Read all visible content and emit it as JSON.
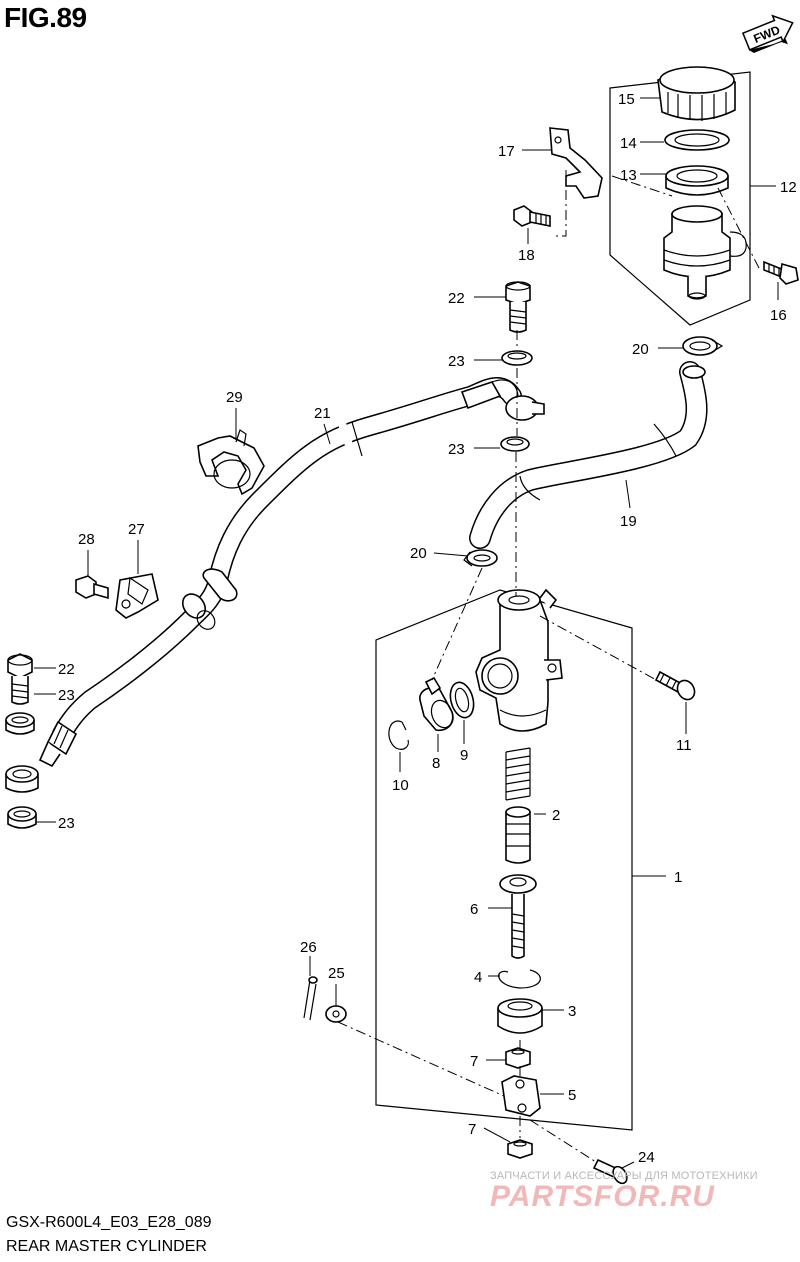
{
  "figure": {
    "title": "FIG.89",
    "model_code": "GSX-R600L4_E03_E28_089",
    "caption": "REAR MASTER CYLINDER",
    "direction_badge": "FWD"
  },
  "callouts": [
    {
      "id": "c1",
      "label": "1"
    },
    {
      "id": "c2",
      "label": "2"
    },
    {
      "id": "c3",
      "label": "3"
    },
    {
      "id": "c4",
      "label": "4"
    },
    {
      "id": "c5",
      "label": "5"
    },
    {
      "id": "c6",
      "label": "6"
    },
    {
      "id": "c7a",
      "label": "7"
    },
    {
      "id": "c7b",
      "label": "7"
    },
    {
      "id": "c8",
      "label": "8"
    },
    {
      "id": "c9",
      "label": "9"
    },
    {
      "id": "c10",
      "label": "10"
    },
    {
      "id": "c11",
      "label": "11"
    },
    {
      "id": "c12",
      "label": "12"
    },
    {
      "id": "c13",
      "label": "13"
    },
    {
      "id": "c14",
      "label": "14"
    },
    {
      "id": "c15",
      "label": "15"
    },
    {
      "id": "c16",
      "label": "16"
    },
    {
      "id": "c17",
      "label": "17"
    },
    {
      "id": "c18",
      "label": "18"
    },
    {
      "id": "c19",
      "label": "19"
    },
    {
      "id": "c20a",
      "label": "20"
    },
    {
      "id": "c20b",
      "label": "20"
    },
    {
      "id": "c21",
      "label": "21"
    },
    {
      "id": "c22a",
      "label": "22"
    },
    {
      "id": "c22b",
      "label": "22"
    },
    {
      "id": "c23a",
      "label": "23"
    },
    {
      "id": "c23b",
      "label": "23"
    },
    {
      "id": "c23c",
      "label": "23"
    },
    {
      "id": "c23d",
      "label": "23"
    },
    {
      "id": "c24",
      "label": "24"
    },
    {
      "id": "c25",
      "label": "25"
    },
    {
      "id": "c26",
      "label": "26"
    },
    {
      "id": "c27",
      "label": "27"
    },
    {
      "id": "c28",
      "label": "28"
    },
    {
      "id": "c29",
      "label": "29"
    }
  ],
  "watermark": {
    "tagline": "ЗАПЧАСТИ И АКСЕССУАРЫ ДЛЯ МОТОТЕХНИКИ",
    "brand": "PARTSFOR.RU"
  }
}
